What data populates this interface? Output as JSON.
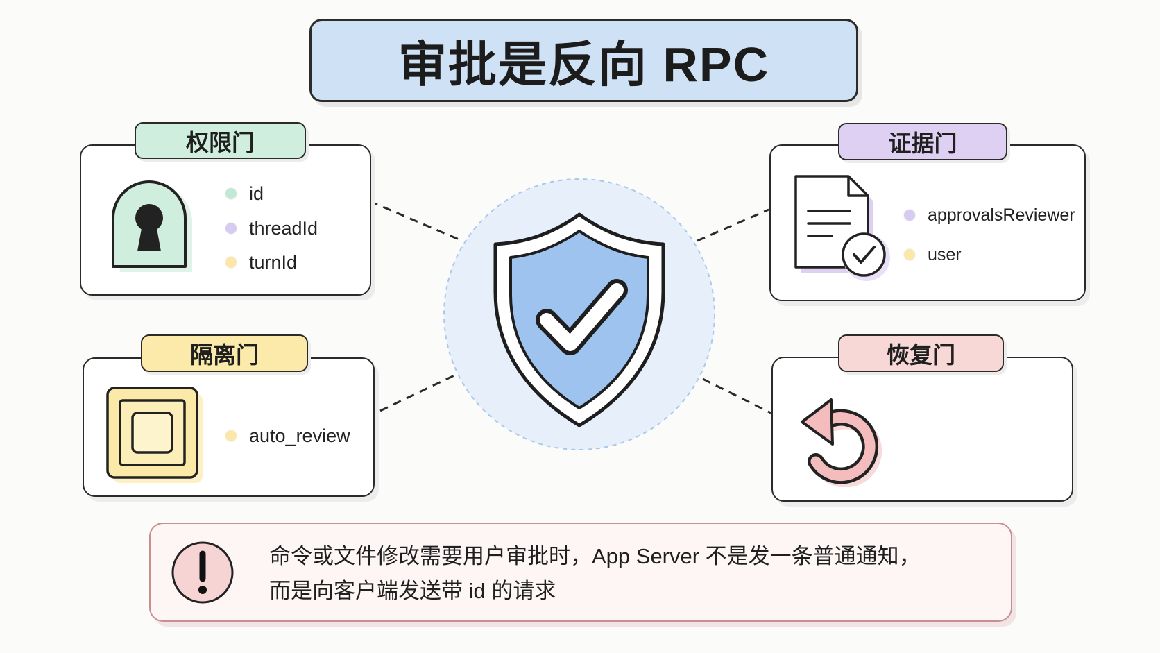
{
  "title": "审批是反向 RPC",
  "colors": {
    "title_bg": "#cfe2f5",
    "shield_fill": "#9dc3ee",
    "halo_fill": "#e7f0fa",
    "note_border": "#c98f8f",
    "note_bg": "#fdf6f5"
  },
  "gates": [
    {
      "label": "权限门",
      "icon": "keyhole-icon",
      "tab_color": "#cfeedd",
      "items": [
        {
          "text": "id",
          "dot": "#c3e8d5"
        },
        {
          "text": "threadId",
          "dot": "#d6cbf0"
        },
        {
          "text": "turnId",
          "dot": "#fbe8a9"
        }
      ]
    },
    {
      "label": "隔离门",
      "icon": "concentric-squares-icon",
      "tab_color": "#fbeaa9",
      "items": [
        {
          "text": "auto_review",
          "dot": "#fbe8a9"
        }
      ]
    },
    {
      "label": "证据门",
      "icon": "document-check-icon",
      "tab_color": "#ddd0f3",
      "items": [
        {
          "text": "approvalsReviewer",
          "dot": "#d6cbf0"
        },
        {
          "text": "user",
          "dot": "#fbe8a9"
        }
      ]
    },
    {
      "label": "恢复门",
      "icon": "undo-icon",
      "tab_color": "#f8d7d7",
      "items": []
    }
  ],
  "center": {
    "icon": "shield-check-icon"
  },
  "note": {
    "icon": "exclamation-icon",
    "lines": [
      "命令或文件修改需要用户审批时，App Server 不是发一条普通通知，",
      "而是向客户端发送带 id 的请求"
    ]
  }
}
